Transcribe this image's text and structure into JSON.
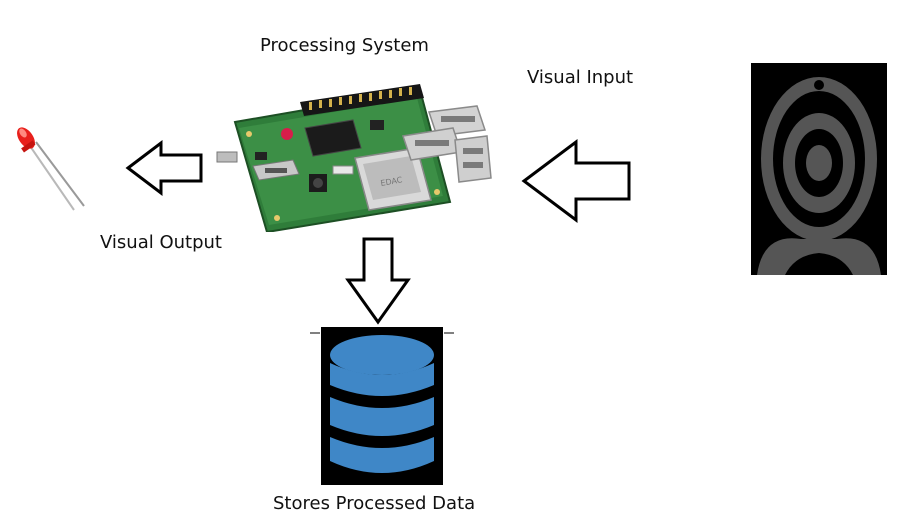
{
  "labels": {
    "processing_system": "Processing System",
    "visual_input": "Visual Input",
    "visual_output": "Visual Output",
    "stores_processed_data": "Stores Processed Data"
  },
  "board_text": {
    "jack_text": "EDAC"
  },
  "icons": {
    "output_device": "led-icon",
    "processor": "raspberry-pi-board-icon",
    "input_device": "webcam-icon",
    "storage": "database-icon"
  },
  "colors": {
    "database_blue": "#3f87c7",
    "led_red": "#e8201c",
    "webcam_gray": "#555555",
    "board_green": "#2f7d3a"
  }
}
